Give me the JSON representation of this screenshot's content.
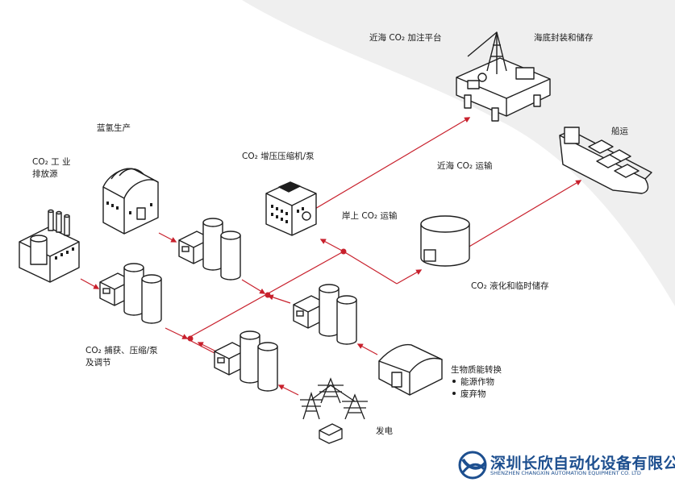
{
  "labels": {
    "industrial_emission": "CO₂ 工 业\n排放源",
    "blue_hydrogen": "蓝氢生产",
    "compressor_pump": "CO₂ 增压压缩机/泵",
    "nearshore_platform": "近海 CO₂ 加注平台",
    "seabed_storage": "海底封装和储存",
    "shipping": "船运",
    "nearshore_transport": "近海 CO₂ 运输",
    "onshore_transport": "岸上 CO₂ 运输",
    "liquefaction_storage": "CO₂ 液化和临时储存",
    "capture": "CO₂ 捕获、压缩/泵\n及调节",
    "biomass": "生物质能转换",
    "biomass_items": [
      "能源作物",
      "废弃物"
    ],
    "power": "发电"
  },
  "watermark": {
    "company_zh": "深圳长欣自动化设备有限公司",
    "company_en": "SHENZHEN CHANGXIN AUTOMATION EQUIPMENT CO. LTD"
  },
  "colors": {
    "flow": "#c8202c",
    "outline": "#1e1e1e",
    "background_swoosh": "#efefef",
    "brand": "#1d4f8f"
  },
  "icons": [
    "factory-icon",
    "hydrogen-plant-icon",
    "tank-group-icon",
    "compressor-building-icon",
    "offshore-platform-icon",
    "ship-icon",
    "storage-tank-icon",
    "warehouse-icon",
    "pylon-icon",
    "logo-icon"
  ]
}
